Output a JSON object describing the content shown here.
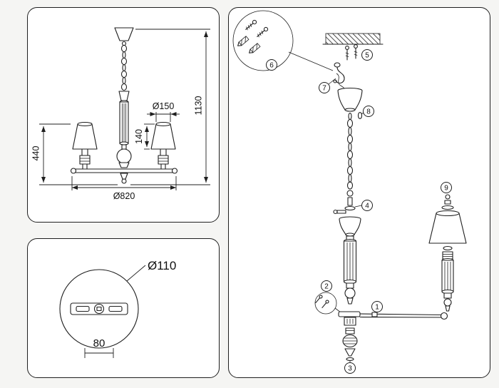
{
  "front_view": {
    "dims": {
      "shade_diameter": "Ø150",
      "shade_height": "140",
      "total_height": "1130",
      "fixture_height": "440",
      "fixture_width": "Ø820"
    }
  },
  "mount_view": {
    "dims": {
      "canopy_diameter": "Ø110",
      "hole_spacing": "80"
    }
  },
  "assembly_view": {
    "parts": [
      "1",
      "2",
      "3",
      "4",
      "5",
      "6",
      "7",
      "8",
      "9"
    ]
  },
  "colors": {
    "line": "#1f1f1f",
    "panel_background": "#ffffff",
    "page_background": "#f5f5f3"
  }
}
